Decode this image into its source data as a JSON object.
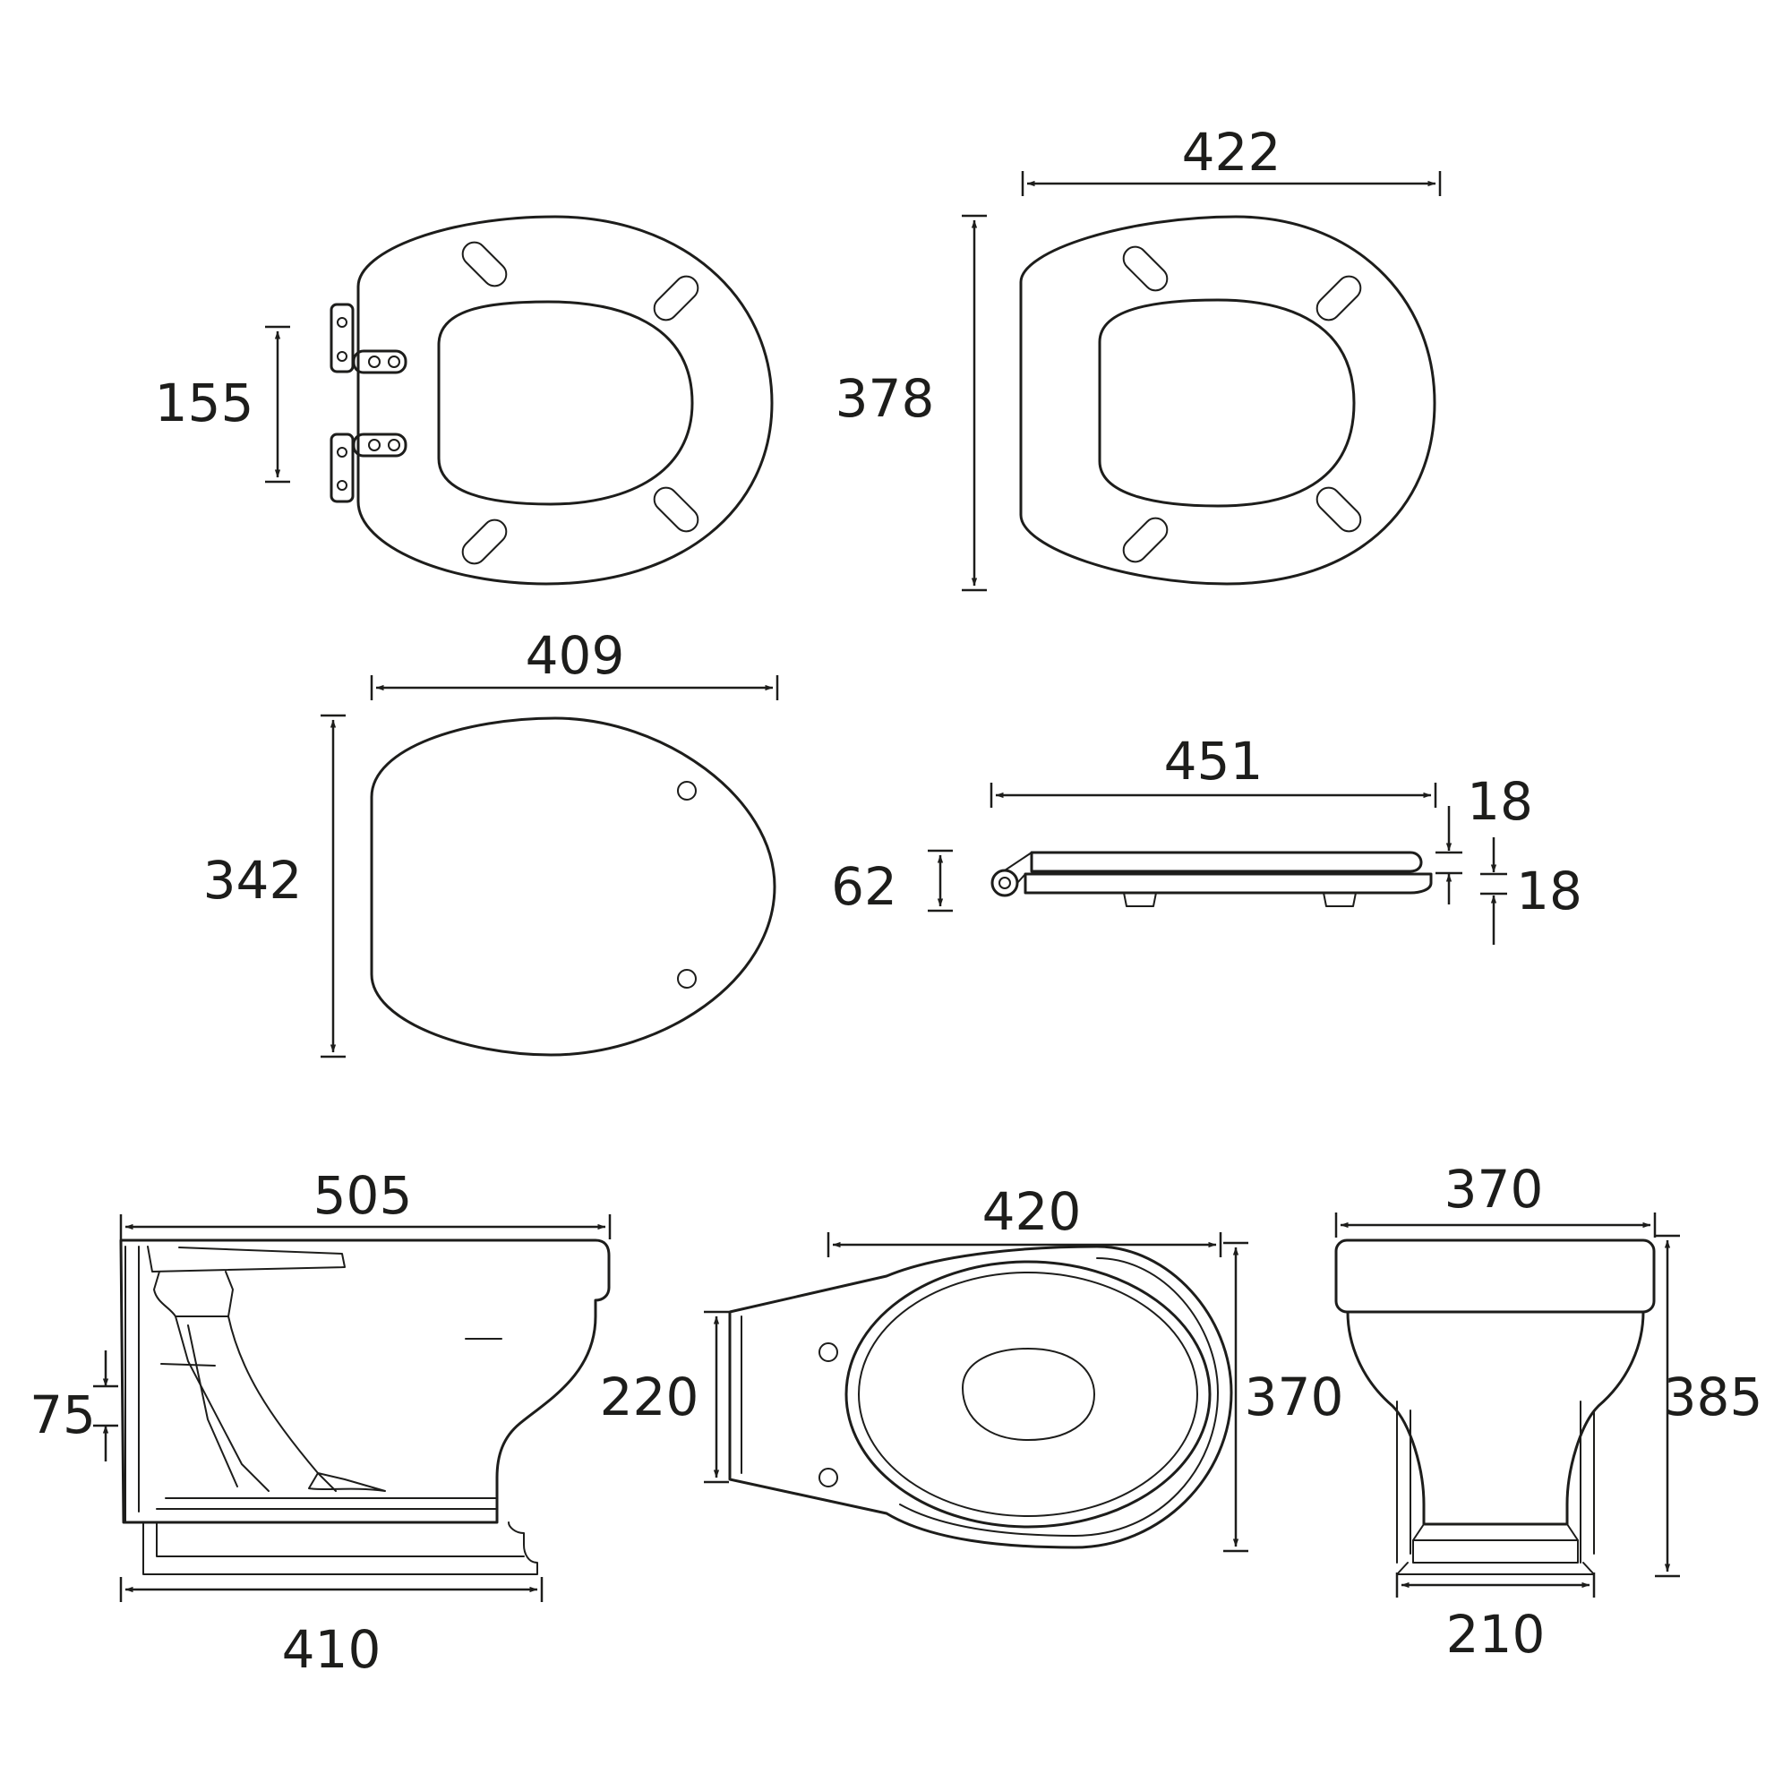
{
  "colors": {
    "line": "#1d1d1b",
    "background": "#ffffff"
  },
  "dimensions": {
    "hinge_spacing": "155",
    "seat_height": "378",
    "seat_width": "422",
    "lid_width": "409",
    "lid_height": "342",
    "closed_length": "451",
    "closed_thickness": "62",
    "lid_thickness": "18",
    "seat_thickness": "18",
    "pan_length_top": "505",
    "pan_length_base": "410",
    "outlet_height": "75",
    "pan_top_length": "420",
    "pan_back_width": "220",
    "pan_top_width": "370",
    "pan_front_width": "370",
    "pan_height": "385",
    "pan_foot_width": "210"
  }
}
